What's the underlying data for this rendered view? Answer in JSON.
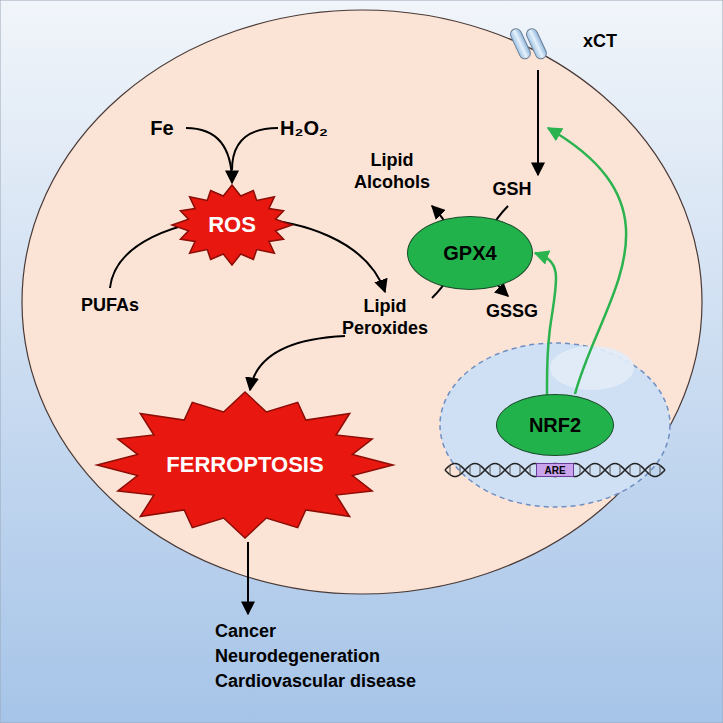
{
  "diagram": {
    "nodes": [
      {
        "text": [
          "ROS"
        ]
      },
      {
        "text": [
          "GPX4"
        ]
      },
      {
        "text": [
          "FERROPTOSIS"
        ]
      },
      {
        "text": [
          "NRF2"
        ]
      },
      {
        "text": [
          "ARE"
        ]
      }
    ],
    "edges": [
      {
        "from": 3,
        "to": 1,
        "arrow": "to"
      }
    ],
    "labels": [
      "xCT",
      "Fe",
      "H₂O₂",
      "Lipid Alcohols",
      "GSH",
      "PUFAs",
      "Lipid Peroxides",
      "GSSG",
      "Cancer",
      "Neurodegeneration",
      "Cardiovascular disease"
    ]
  }
}
